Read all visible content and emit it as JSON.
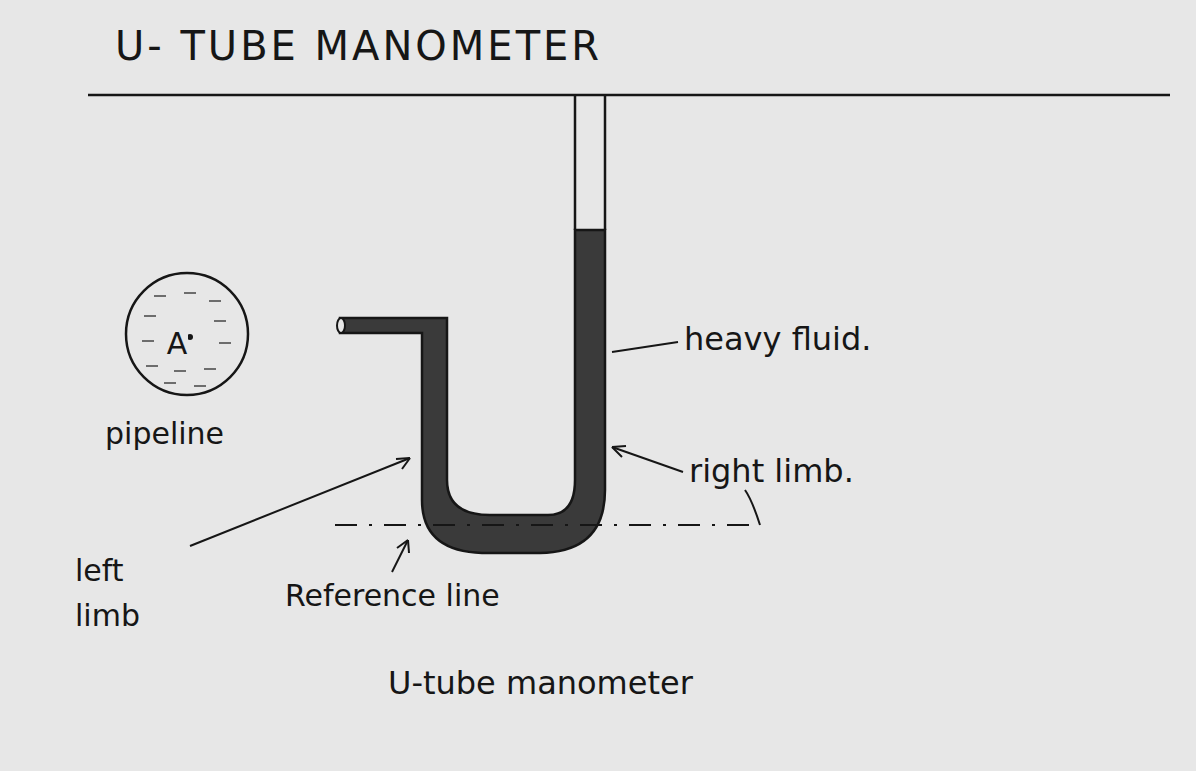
{
  "diagram": {
    "title": "U- TUBE MANOMETER",
    "caption": "U-tube manometer",
    "nodes": [
      {
        "text": [
          "A"
        ]
      }
    ],
    "labels": [
      "pipeline",
      "heavy fluid.",
      "right limb.",
      "left limb",
      "Reference line"
    ]
  }
}
